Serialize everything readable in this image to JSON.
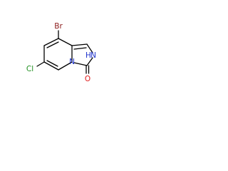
{
  "molecule": {
    "atoms": {
      "bromine": "Br",
      "chlorine": "Cl",
      "nitrogen_h": "N",
      "hydrogen": "H",
      "nitrogen_ring": "N",
      "oxygen": "O"
    },
    "colors": {
      "bromine": "#8b1a1a",
      "chlorine": "#1f8f1f",
      "nitrogen": "#1f33cc",
      "oxygen": "#e01b1b",
      "bond": "#000000"
    }
  }
}
